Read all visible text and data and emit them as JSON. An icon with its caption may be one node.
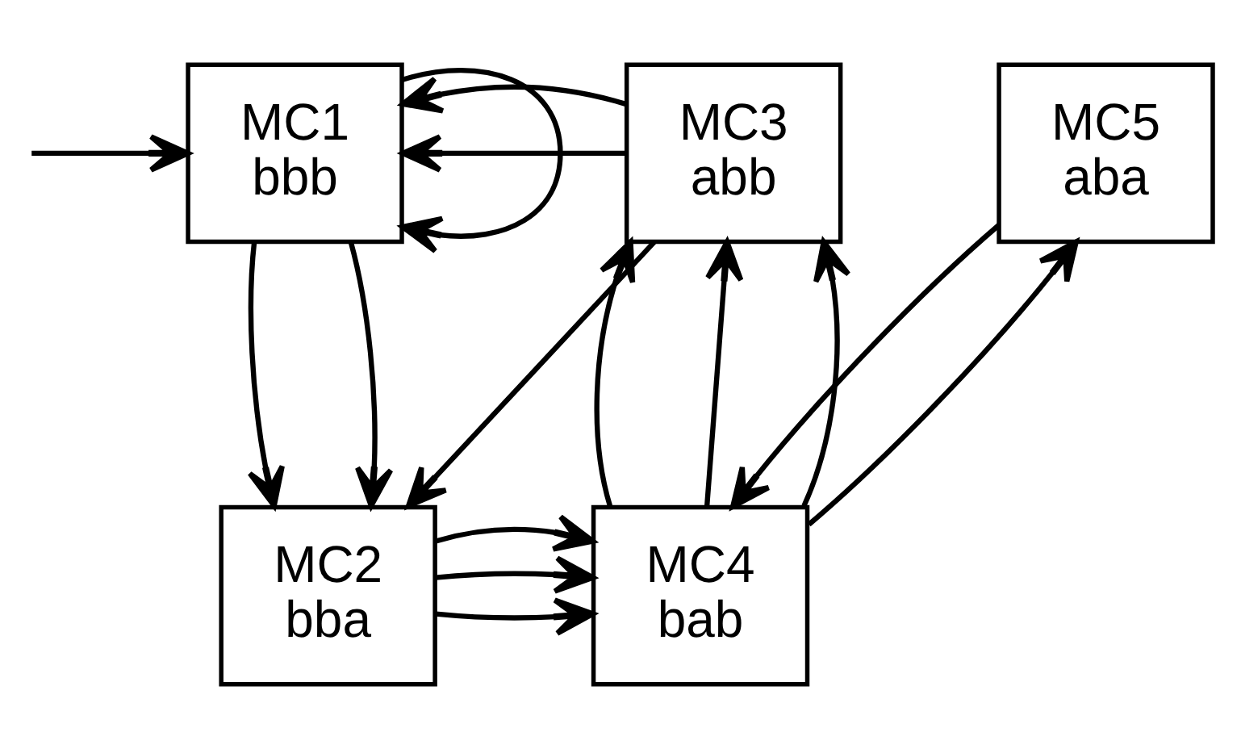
{
  "diagram": {
    "nodes": [
      {
        "text": [
          "MC1",
          "bbb"
        ]
      },
      {
        "text": [
          "MC2",
          "bba"
        ]
      },
      {
        "text": [
          "MC3",
          "abb"
        ]
      },
      {
        "text": [
          "MC4",
          "bab"
        ]
      },
      {
        "text": [
          "MC5",
          "aba"
        ]
      }
    ],
    "edges": [
      {
        "from": null,
        "to": 0,
        "arrow": "to"
      },
      {
        "from": 0,
        "to": 0,
        "arrow": "to"
      },
      {
        "from": 2,
        "to": 0,
        "arrow": "to"
      },
      {
        "from": 2,
        "to": 0,
        "arrow": "to"
      },
      {
        "from": 0,
        "to": 1,
        "arrow": "to"
      },
      {
        "from": 0,
        "to": 1,
        "arrow": "to"
      },
      {
        "from": 2,
        "to": 1,
        "arrow": "to"
      },
      {
        "from": 1,
        "to": 3,
        "arrow": "to"
      },
      {
        "from": 1,
        "to": 3,
        "arrow": "to"
      },
      {
        "from": 1,
        "to": 3,
        "arrow": "to"
      },
      {
        "from": 3,
        "to": 2,
        "arrow": "to"
      },
      {
        "from": 3,
        "to": 2,
        "arrow": "to"
      },
      {
        "from": 3,
        "to": 2,
        "arrow": "to"
      },
      {
        "from": 3,
        "to": 4,
        "arrow": "to"
      },
      {
        "from": 4,
        "to": 3,
        "arrow": "to"
      }
    ]
  }
}
